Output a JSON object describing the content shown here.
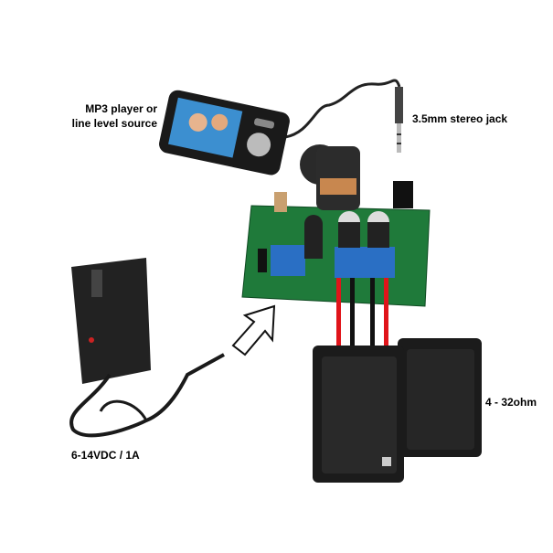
{
  "labels": {
    "source_line1": "MP3 player or",
    "source_line2": "line level source",
    "jack": "3.5mm stereo jack",
    "speakers": "4 - 32ohm",
    "power": "6-14VDC / 1A"
  },
  "colors": {
    "pcb": "#1f7a3a",
    "terminal": "#2a6fc4",
    "wire_red": "#e0141a",
    "wire_black": "#111111",
    "speaker": "#1b1b1b"
  }
}
